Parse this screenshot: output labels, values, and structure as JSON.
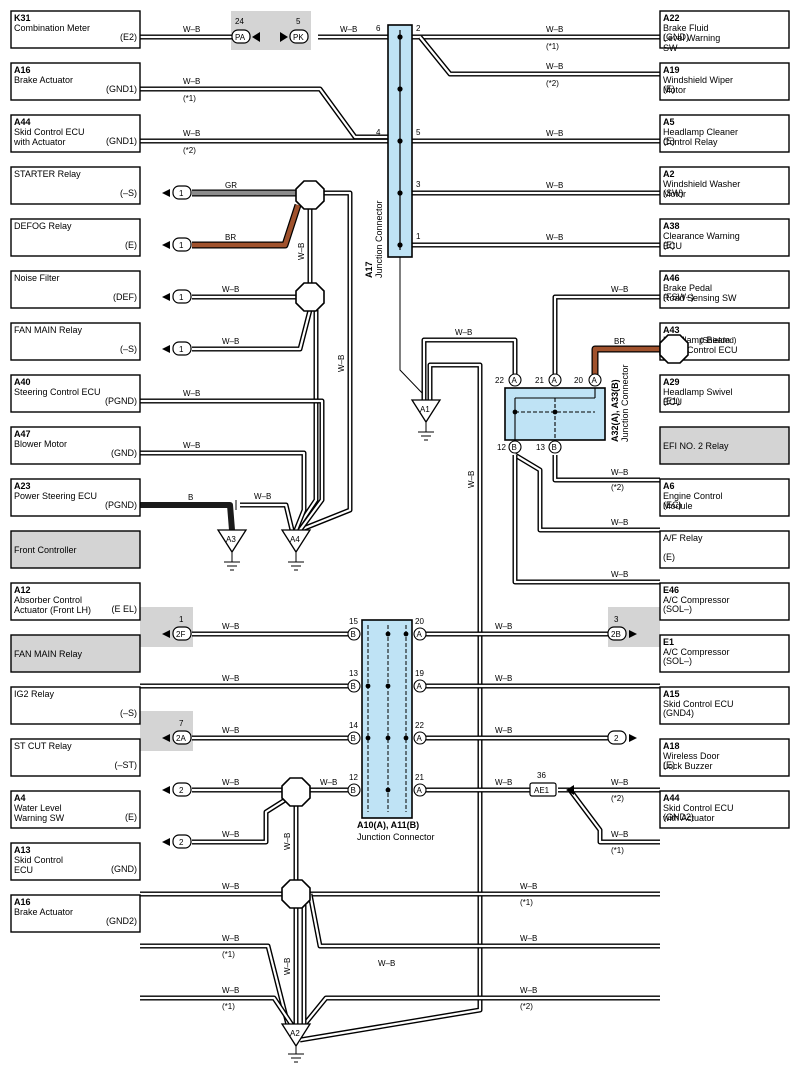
{
  "left_components": [
    {
      "code": "K31",
      "name": [
        "Combination Meter"
      ],
      "pin": "(E2)",
      "gray": false
    },
    {
      "code": "A16",
      "name": [
        "Brake Actuator"
      ],
      "pin": "(GND1)",
      "gray": false
    },
    {
      "code": "A44",
      "name": [
        "Skid Control ECU",
        "with Actuator"
      ],
      "pin": "(GND1)",
      "gray": false
    },
    {
      "code": "",
      "name": [
        "STARTER Relay"
      ],
      "pin": "(–S)",
      "gray": false
    },
    {
      "code": "",
      "name": [
        "DEFOG Relay"
      ],
      "pin": "(E)",
      "gray": false
    },
    {
      "code": "",
      "name": [
        "Noise Filter"
      ],
      "pin": "(DEF)",
      "gray": false
    },
    {
      "code": "",
      "name": [
        "FAN MAIN Relay"
      ],
      "pin": "(–S)",
      "gray": false
    },
    {
      "code": "A40",
      "name": [
        "Steering Control ECU"
      ],
      "pin": "(PGND)",
      "gray": false
    },
    {
      "code": "A47",
      "name": [
        "Blower Motor"
      ],
      "pin": "(GND)",
      "gray": false
    },
    {
      "code": "A23",
      "name": [
        "Power Steering ECU"
      ],
      "pin": "(PGND)",
      "gray": false
    },
    {
      "code": "",
      "name": [
        "Front Controller"
      ],
      "pin": "",
      "gray": true
    },
    {
      "code": "A12",
      "name": [
        "Absorber Control",
        "Actuator (Front LH)"
      ],
      "pin": "(E EL)",
      "gray": false
    },
    {
      "code": "",
      "name": [
        "FAN MAIN Relay"
      ],
      "pin": "",
      "gray": true
    },
    {
      "code": "",
      "name": [
        "IG2 Relay"
      ],
      "pin": "(–S)",
      "gray": false
    },
    {
      "code": "",
      "name": [
        "ST CUT Relay"
      ],
      "pin": "(–ST)",
      "gray": false
    },
    {
      "code": "A4",
      "name": [
        "Water Level",
        "Warning SW"
      ],
      "pin": "(E)",
      "gray": false
    },
    {
      "code": "A13",
      "name": [
        "Skid Control",
        "ECU"
      ],
      "pin": "(GND)",
      "gray": false
    },
    {
      "code": "A16",
      "name": [
        "Brake Actuator"
      ],
      "pin": "(GND2)",
      "gray": false
    }
  ],
  "right_components": [
    {
      "code": "A22",
      "name": [
        "Brake Fluid",
        "Level Warning",
        "SW"
      ],
      "pin": "(GND)",
      "gray": false
    },
    {
      "code": "A19",
      "name": [
        "Windshield Wiper",
        "Motor"
      ],
      "pin": "(E)",
      "gray": false
    },
    {
      "code": "A5",
      "name": [
        "Headlamp Cleaner",
        "Control Relay"
      ],
      "pin": "(E)",
      "gray": false
    },
    {
      "code": "A2",
      "name": [
        "Windshield Washer",
        "Motor"
      ],
      "pin": "(SW)",
      "gray": false
    },
    {
      "code": "A38",
      "name": [
        "Clearance Warning",
        "ECU"
      ],
      "pin": "(E)",
      "gray": false
    },
    {
      "code": "A46",
      "name": [
        "Brake Pedal",
        "Road Sensing SW"
      ],
      "pin": "(FSW–)",
      "gray": false
    },
    {
      "code": "A43",
      "name": [
        "Headlamp Beam",
        "Level Control ECU"
      ],
      "pin": "(E1)",
      "gray": false
    },
    {
      "code": "A29",
      "name": [
        "Headlamp Swivel",
        "ECU"
      ],
      "pin": "(E1)",
      "gray": false
    },
    {
      "code": "",
      "name": [
        "EFI NO. 2 Relay"
      ],
      "pin": "",
      "gray": true
    },
    {
      "code": "A6",
      "name": [
        "Engine Control",
        "Module"
      ],
      "pin": "(EC)",
      "gray": false
    },
    {
      "code": "",
      "name": [
        "A/F Relay"
      ],
      "pin": "(E)",
      "gray": false
    },
    {
      "code": "E46",
      "name": [
        "A/C Compressor"
      ],
      "pin": "(SOL–)",
      "gray": false
    },
    {
      "code": "E1",
      "name": [
        "A/C Compressor"
      ],
      "pin": "(SOL–)",
      "gray": false
    },
    {
      "code": "A15",
      "name": [
        "Skid Control ECU"
      ],
      "pin": "(GND4)",
      "gray": false
    },
    {
      "code": "A18",
      "name": [
        "Wireless Door",
        "Lock Buzzer"
      ],
      "pin": "(E)",
      "gray": false
    },
    {
      "code": "A44",
      "name": [
        "Skid Control ECU",
        "with Actuator"
      ],
      "pin": "(GND2)",
      "gray": false
    }
  ],
  "junctions": {
    "a17": {
      "code": "A17",
      "label": "Junction Connector"
    },
    "a32": {
      "code": "A32(A), A33(B)",
      "label": "Junction Connector"
    },
    "a10": {
      "code": "A10(A), A11(B)",
      "label": "Junction Connector"
    }
  },
  "grounds": [
    "A1",
    "A2",
    "A3",
    "A4"
  ],
  "plugs": {
    "pa": "PA",
    "pk": "PK",
    "p2f": "2F",
    "p2a": "2A",
    "p2b": "2B",
    "ae1": "AE1",
    "one": "1",
    "two": "2"
  },
  "wire_colors": {
    "wb": "W–B",
    "gr": "GR",
    "br": "BR",
    "b": "B"
  },
  "notes": {
    "n1": "(*1)",
    "n2": "(*2)",
    "shielded": "(Shielded)"
  },
  "pins": {
    "p24": "24",
    "p5": "5",
    "p6": "6",
    "p2": "2",
    "p4": "4",
    "p3": "3",
    "p1": "1",
    "p7": "7",
    "p36": "36",
    "p22": "22",
    "p21": "21",
    "p20": "20",
    "p12": "12",
    "p13": "13",
    "p15": "15",
    "p14": "14",
    "p19": "19",
    "pa": "A",
    "pb": "B"
  },
  "colors": {
    "gr": "#8c8c8c",
    "br": "#a0522d",
    "b": "#1a1a1a",
    "jc": "#bfe3f5",
    "gray_box": "#d4d4d4"
  }
}
